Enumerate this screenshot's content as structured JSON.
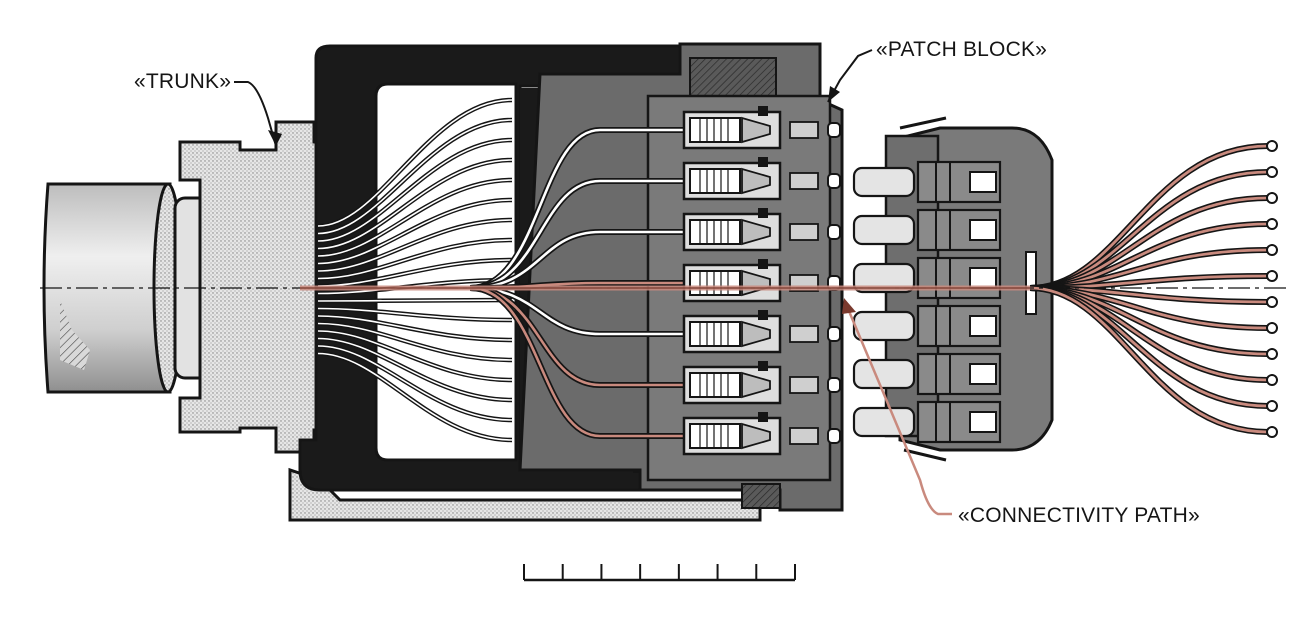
{
  "labels": {
    "trunk": "«TRUNK»",
    "patch_block": "«PATCH BLOCK»",
    "connectivity_path": "«CONNECTIVITY PATH»"
  },
  "colors": {
    "ink": "#151515",
    "housing_dark": "#1a1a1a",
    "housing_grey": "#6b6b6b",
    "connector_grey": "#7a7a7a",
    "highlight": "#c98a7e",
    "highlight_dark": "#7a3a2e",
    "stipple": "#d8d8d8"
  },
  "scale_bar": {
    "divisions": 7
  },
  "fibers": {
    "highlighted_ports": [
      4,
      6,
      7
    ],
    "port_count": 7,
    "fan_out_count": 12
  }
}
